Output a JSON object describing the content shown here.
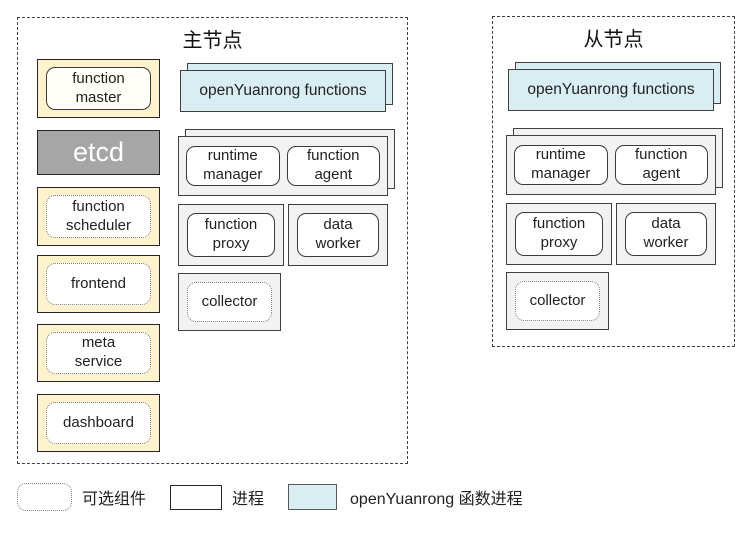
{
  "master": {
    "title": "主节点",
    "components": {
      "function_master": "function\nmaster",
      "etcd": "etcd",
      "function_scheduler": "function\nscheduler",
      "frontend": "frontend",
      "meta_service": "meta\nservice",
      "dashboard": "dashboard",
      "open_yuanrong_functions": "openYuanrong functions",
      "runtime_manager": "runtime\nmanager",
      "function_agent": "function\nagent",
      "function_proxy": "function\nproxy",
      "data_worker": "data\nworker",
      "collector": "collector"
    }
  },
  "slave": {
    "title": "从节点",
    "components": {
      "open_yuanrong_functions": "openYuanrong functions",
      "runtime_manager": "runtime\nmanager",
      "function_agent": "function\nagent",
      "function_proxy": "function\nproxy",
      "data_worker": "data\nworker",
      "collector": "collector"
    }
  },
  "legend": {
    "optional_label": "可选组件",
    "process_label": "进程",
    "yuanrong_label": "openYuanrong 函数进程"
  },
  "colors": {
    "optional_fill": "#FFF2CC",
    "process_fill": "#FFFFFF",
    "group_fill": "#F2F2F2",
    "etcd_fill": "#A6A6A6",
    "yuanrong_fill": "#D9EEF3"
  }
}
